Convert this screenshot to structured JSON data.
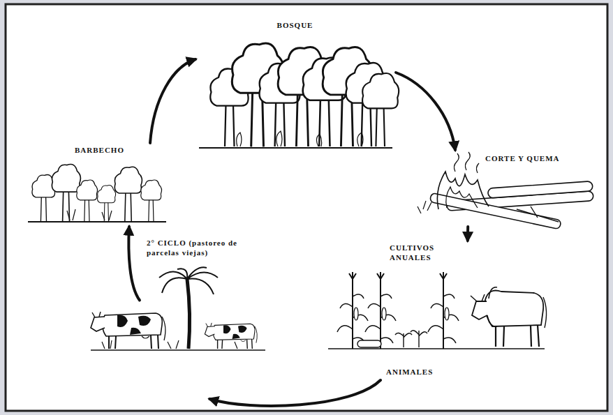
{
  "diagram": {
    "nodes": [
      {
        "text": [
          "BOSQUE"
        ]
      },
      {
        "text": [
          "CORTE Y QUEMA"
        ]
      },
      {
        "text": [
          "CULTIVOS ANUALES",
          "ANIMALES"
        ]
      },
      {
        "text": [
          "2° CICLO (pastoreo de parcelas viejas)"
        ]
      },
      {
        "text": [
          "BARBECHO"
        ]
      }
    ],
    "edges": [
      {
        "from": 0,
        "to": 1,
        "arrow": "to"
      },
      {
        "from": 1,
        "to": 2,
        "arrow": "to"
      },
      {
        "from": 2,
        "to": 3,
        "arrow": "to"
      },
      {
        "from": 3,
        "to": 4,
        "arrow": "to"
      },
      {
        "from": 4,
        "to": 0,
        "arrow": "to"
      }
    ]
  }
}
